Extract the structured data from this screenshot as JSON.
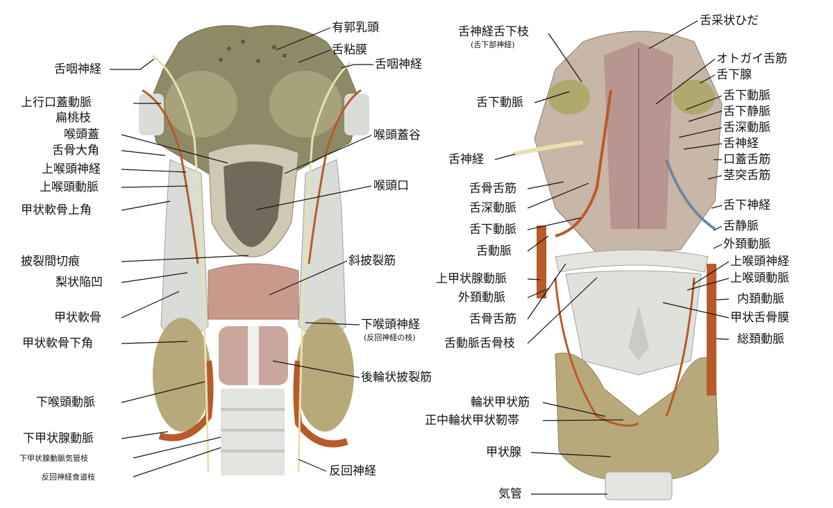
{
  "left": {
    "labels": [
      {
        "id": "l-yukaku-nyuto",
        "text": "有郭乳頭"
      },
      {
        "id": "l-zetsunenmaku",
        "text": "舌粘膜"
      },
      {
        "id": "l-zetsuin-r",
        "text": "舌咽神経"
      },
      {
        "id": "l-zetsuin-l",
        "text": "舌咽神経"
      },
      {
        "id": "l-jokokogai",
        "text": "上行口蓋動脈"
      },
      {
        "id": "l-hentoshi",
        "text": "扁桃枝"
      },
      {
        "id": "l-kotogai",
        "text": "喉頭蓋"
      },
      {
        "id": "l-kotogaikoku",
        "text": "喉頭蓋谷"
      },
      {
        "id": "l-zekkotsudaikaku",
        "text": "舌骨大角"
      },
      {
        "id": "l-jokotoshinkei",
        "text": "上喉頭神経"
      },
      {
        "id": "l-jokotodomyaku",
        "text": "上喉頭動脈"
      },
      {
        "id": "l-kotoko",
        "text": "喉頭口"
      },
      {
        "id": "l-kojonankotsujokaku",
        "text": "甲状軟骨上角"
      },
      {
        "id": "l-hiretsukansetsukon",
        "text": "披裂間切痕"
      },
      {
        "id": "l-shahiretsukin",
        "text": "斜披裂筋"
      },
      {
        "id": "l-rijokanka",
        "text": "梨状陥凹"
      },
      {
        "id": "l-kojonankotsu",
        "text": "甲状軟骨"
      },
      {
        "id": "l-kakotoshinkei",
        "text": "下喉頭神経"
      },
      {
        "id": "l-kakotoshinkei-sub",
        "text": "(反回神経の枝)"
      },
      {
        "id": "l-kojonankotsukakaku",
        "text": "甲状軟骨下角"
      },
      {
        "id": "l-korinjohiretsukin",
        "text": "後輪状披裂筋"
      },
      {
        "id": "l-kakotodomyaku",
        "text": "下喉頭動脈"
      },
      {
        "id": "l-kakojosendomyaku",
        "text": "下甲状腺動脈"
      },
      {
        "id": "l-kikanshi",
        "text": "下甲状腺動脈気管枝"
      },
      {
        "id": "l-hankaishinkei",
        "text": "反回神経"
      },
      {
        "id": "l-shokudoshi",
        "text": "反回神経食道枝"
      }
    ]
  },
  "right": {
    "labels": [
      {
        "id": "r-zetsuka",
        "text": "舌神経舌下枝"
      },
      {
        "id": "r-zetsuka-sub",
        "text": "(舌下部神経)"
      },
      {
        "id": "r-zessaijo",
        "text": "舌采状ひだ"
      },
      {
        "id": "r-otogai",
        "text": "オトガイ舌筋"
      },
      {
        "id": "r-zekkasen",
        "text": "舌下腺"
      },
      {
        "id": "r-zekkadomyaku-l",
        "text": "舌下動脈"
      },
      {
        "id": "r-zekkadomyaku-r",
        "text": "舌下動脈"
      },
      {
        "id": "r-zekkajomyaku",
        "text": "舌下静脈"
      },
      {
        "id": "r-zesshindomyaku-r",
        "text": "舌深動脈"
      },
      {
        "id": "r-zesshinkei-r",
        "text": "舌神経"
      },
      {
        "id": "r-zesshinkei-l",
        "text": "舌神経"
      },
      {
        "id": "r-kogaizekkin",
        "text": "口蓋舌筋"
      },
      {
        "id": "r-keitotsuzekkin",
        "text": "茎突舌筋"
      },
      {
        "id": "r-zekkotsuzekkin-u",
        "text": "舌骨舌筋"
      },
      {
        "id": "r-zesshindomyaku-l",
        "text": "舌深動脈"
      },
      {
        "id": "r-zekkashinkei",
        "text": "舌下神経"
      },
      {
        "id": "r-zekkadomyaku-l2",
        "text": "舌下動脈"
      },
      {
        "id": "r-zetsujomyaku",
        "text": "舌静脈"
      },
      {
        "id": "r-zetsudomyaku",
        "text": "舌動脈"
      },
      {
        "id": "r-gaikeidomyaku-r",
        "text": "外頚動脈"
      },
      {
        "id": "r-jokotoshinkei",
        "text": "上喉頭神経"
      },
      {
        "id": "r-jokojosendomyaku",
        "text": "上甲状腺動脈"
      },
      {
        "id": "r-jokotodomyaku",
        "text": "上喉頭動脈"
      },
      {
        "id": "r-gaikeidomyaku-l",
        "text": "外頚動脈"
      },
      {
        "id": "r-naikeidomyaku",
        "text": "内頚動脈"
      },
      {
        "id": "r-zekkotsuzekkin-l",
        "text": "舌骨舌筋"
      },
      {
        "id": "r-kojozekkotsumaku",
        "text": "甲状舌骨膜"
      },
      {
        "id": "r-zetsudomyakuzekkotsushi",
        "text": "舌動脈舌骨枝"
      },
      {
        "id": "r-sokeidomyaku",
        "text": "総頚動脈"
      },
      {
        "id": "r-rinjokojokin",
        "text": "輪状甲状筋"
      },
      {
        "id": "r-seichurinjo",
        "text": "正中輪状甲状靭帯"
      },
      {
        "id": "r-kojosen",
        "text": "甲状腺"
      },
      {
        "id": "r-kikan",
        "text": "気管"
      }
    ]
  },
  "colors": {
    "tongue": "#8f8a66",
    "cartilage": "#d9dcd7",
    "muscle": "#c99a8c",
    "artery": "#b85a2a",
    "gland": "#b7a97a",
    "nerve": "#e6e2b0",
    "vein": "#6c87a3"
  }
}
